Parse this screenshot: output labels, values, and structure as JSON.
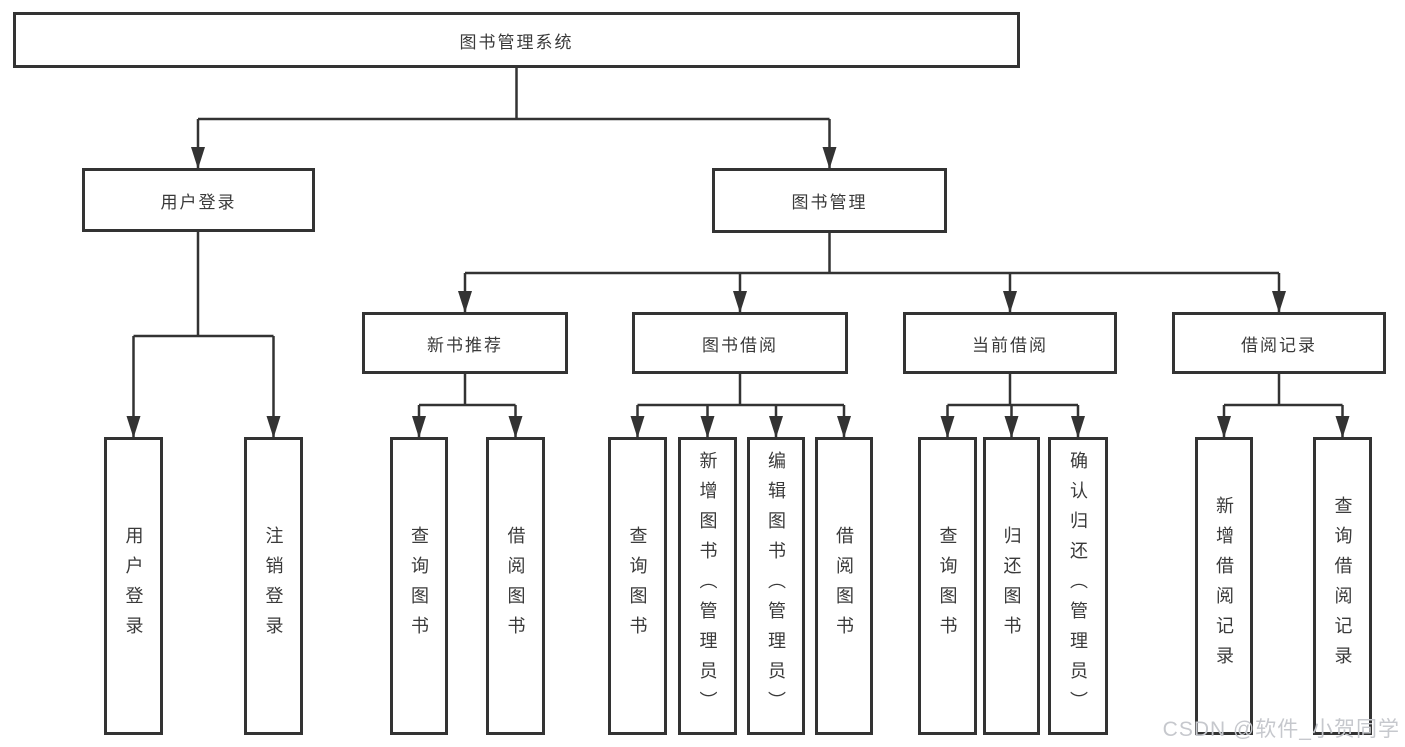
{
  "colors": {
    "line": "#333333",
    "box_border": "#333333",
    "text": "#3a3a3a",
    "background": "#ffffff",
    "watermark": "#c6c8cd"
  },
  "watermark": {
    "text": "CSDN @软件_小贺同学"
  },
  "tree": {
    "label": "图书管理系统",
    "children": [
      {
        "label": "用户登录",
        "children": [
          {
            "label": "用户登录"
          },
          {
            "label": "注销登录"
          }
        ]
      },
      {
        "label": "图书管理",
        "children": [
          {
            "label": "新书推荐",
            "children": [
              {
                "label": "查询图书"
              },
              {
                "label": "借阅图书"
              }
            ]
          },
          {
            "label": "图书借阅",
            "children": [
              {
                "label": "查询图书"
              },
              {
                "label": "新增图书（管理员）"
              },
              {
                "label": "编辑图书（管理员）"
              },
              {
                "label": "借阅图书"
              }
            ]
          },
          {
            "label": "当前借阅",
            "children": [
              {
                "label": "查询图书"
              },
              {
                "label": "归还图书"
              },
              {
                "label": "确认归还（管理员）"
              }
            ]
          },
          {
            "label": "借阅记录",
            "children": [
              {
                "label": "新增借阅记录"
              },
              {
                "label": "查询借阅记录"
              }
            ]
          }
        ]
      }
    ]
  }
}
